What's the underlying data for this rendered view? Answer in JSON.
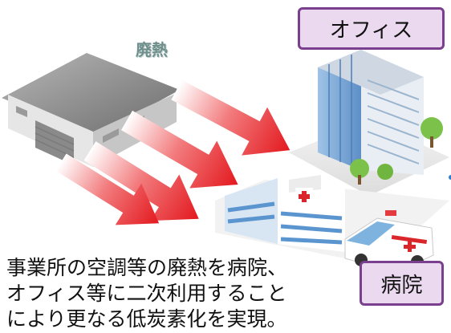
{
  "labels": {
    "heat": "廃熱",
    "office": "オフィス",
    "hospital": "病院"
  },
  "caption": {
    "line1": "事業所の空調等の廃熱を病院、",
    "line2": "オフィス等に二次利用すること",
    "line3": "により更なる低炭素化を実現。"
  },
  "colors": {
    "label_fill": "#ead9ef",
    "label_border": "#7a3f8e",
    "arrow": "#e8262b",
    "heat_text": "#6e8f8c"
  }
}
